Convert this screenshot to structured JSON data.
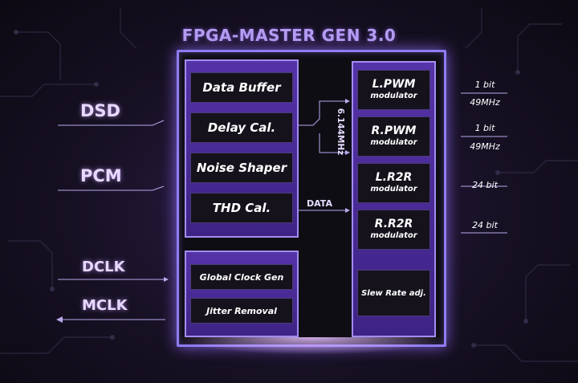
{
  "title": "FPGA-MASTER GEN 3.0",
  "inputs": [
    "DSD",
    "PCM",
    "DCLK",
    "MCLK"
  ],
  "processing_blocks": [
    "Data Buffer",
    "Delay Cal.",
    "Noise Shaper",
    "THD Cal."
  ],
  "clock_blocks": [
    "Global Clock Gen",
    "Jitter Removal"
  ],
  "clock_label": "6.144MHz",
  "data_label": "DATA",
  "modulators": [
    {
      "name": "L.PWM",
      "sub": "modulator"
    },
    {
      "name": "R.PWM",
      "sub": "modulator"
    },
    {
      "name": "L.R2R",
      "sub": "modulator"
    },
    {
      "name": "R.R2R",
      "sub": "modulator"
    }
  ],
  "slew_block": "Slew Rate adj.",
  "outputs": [
    {
      "bits": "1 bit",
      "freq": "49MHz"
    },
    {
      "bits": "1 bit",
      "freq": "49MHz"
    },
    {
      "bits": "24 bit"
    },
    {
      "bits": "24 bit"
    }
  ],
  "colors": {
    "accent": "#8f7cf0",
    "block_fill": "#4a2c9a",
    "text": "#ffffff"
  }
}
